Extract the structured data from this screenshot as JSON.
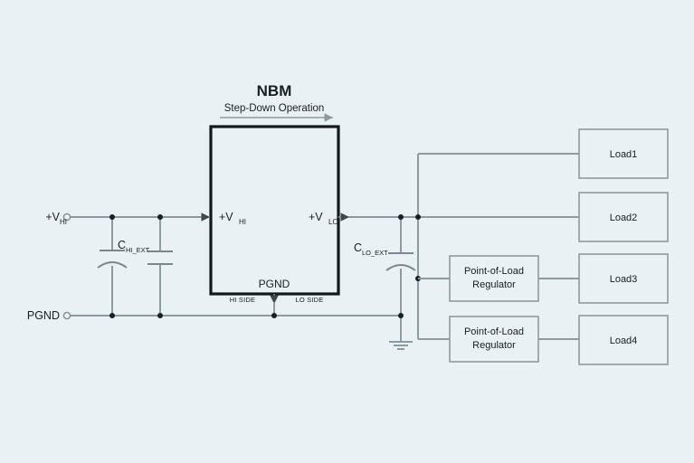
{
  "diagram": {
    "title": "NBM",
    "subtitle": "Step-Down Operation",
    "background_color": "#eaf1f4",
    "wire_color": "#8b9ba2",
    "nbm_border_color": "#111820"
  },
  "nbm": {
    "input_pin_label": "+V",
    "input_pin_sub": "HI",
    "output_pin_label": "+V",
    "output_pin_sub": "LO",
    "ground_pin_label": "PGND",
    "hi_side_label": "HI SIDE",
    "lo_side_label": "LO SIDE"
  },
  "terminals": {
    "input_label": "+V",
    "input_sub": "HI",
    "ground_label": "PGND"
  },
  "capacitors": {
    "hi_ext": {
      "label": "C",
      "sub": "HI_EXT"
    },
    "lo_ext": {
      "label": "C",
      "sub": "LO_EXT"
    }
  },
  "loads": [
    {
      "label": "Load1"
    },
    {
      "label": "Load2"
    },
    {
      "label": "Load3"
    },
    {
      "label": "Load4"
    }
  ],
  "regulators": [
    {
      "line1": "Point-of-Load",
      "line2": "Regulator"
    },
    {
      "line1": "Point-of-Load",
      "line2": "Regulator"
    }
  ]
}
